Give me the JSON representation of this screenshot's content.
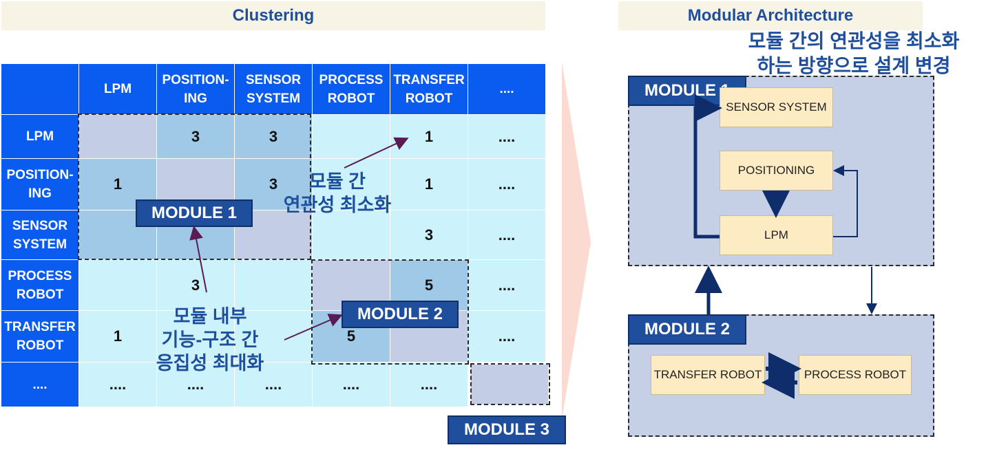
{
  "headers": {
    "left_title": "Clustering",
    "right_title": "Modular Architecture"
  },
  "matrix": {
    "columns": [
      "LPM",
      "POSITION-\nING",
      "SENSOR\nSYSTEM",
      "PROCESS\nROBOT",
      "TRANSFER\nROBOT",
      "...."
    ],
    "rows": [
      {
        "label": "LPM",
        "cells": [
          "",
          "3",
          "3",
          "",
          "1",
          "...."
        ]
      },
      {
        "label": "POSITION-\nING",
        "cells": [
          "1",
          "",
          "3",
          "",
          "1",
          "...."
        ]
      },
      {
        "label": "SENSOR\nSYSTEM",
        "cells": [
          "",
          "",
          "",
          "",
          "3",
          "...."
        ]
      },
      {
        "label": "PROCESS\nROBOT",
        "cells": [
          "",
          "3",
          "",
          "",
          "5",
          "...."
        ]
      },
      {
        "label": "TRANSFER\nROBOT",
        "cells": [
          "1",
          "",
          "",
          "5",
          "",
          "...."
        ]
      },
      {
        "label": "....",
        "cells": [
          "....",
          "....",
          "....",
          "....",
          "....",
          ""
        ]
      }
    ]
  },
  "module_labels": {
    "module1": "MODULE 1",
    "module2": "MODULE 2",
    "module3": "MODULE 3"
  },
  "annotations": {
    "between_modules": "모듈 간\n연관성 최소화",
    "within_module": "모듈 내부\n기능-구조 간\n응집성 최대화",
    "design_note": "모듈 간의 연관성을 최소화\n하는 방향으로 설계 변경"
  },
  "architecture": {
    "module1_title": "MODULE 1",
    "module2_title": "MODULE 2",
    "sensor_system": "SENSOR SYSTEM",
    "positioning": "POSITIONING",
    "lpm": "LPM",
    "transfer_robot": "TRANSFER ROBOT",
    "process_robot": "PROCESS ROBOT"
  },
  "colors": {
    "header_blue": "#0a5cf0",
    "cell_cyan": "#ccf3fb",
    "module_navy": "#1f4e9c",
    "component_fill": "#fdebc4",
    "module_box_fill": "#c5cfe6"
  }
}
